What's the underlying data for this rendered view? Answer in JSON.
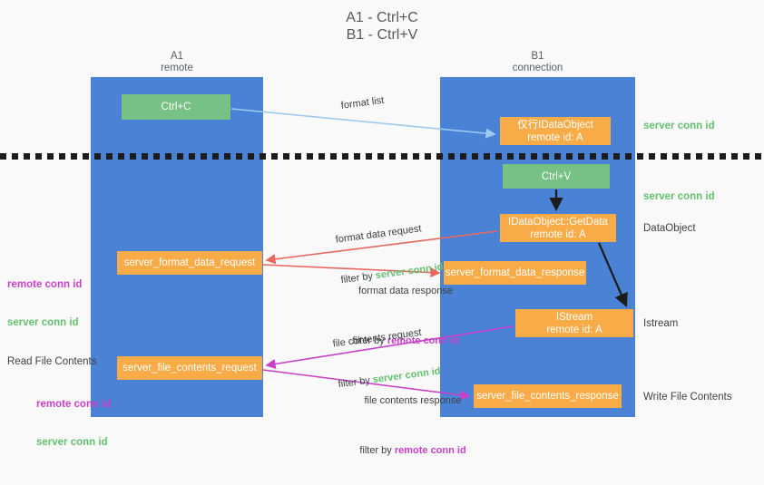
{
  "title": "A1 - Ctrl+C\nB1 - Ctrl+V",
  "columns": {
    "left": {
      "name": "A1",
      "role": "remote",
      "label": "A1\nremote"
    },
    "right": {
      "name": "B1",
      "role": "connection",
      "label": "B1\nconnection"
    }
  },
  "colors": {
    "lane": "#4a82d6",
    "green_node": "#76c183",
    "orange_node": "#f9ab48",
    "server_conn_id": "#63c16f",
    "remote_conn_id": "#c93fc9",
    "arrow_blue": "#9ec9ef",
    "arrow_red": "#e8685f",
    "arrow_magenta": "#c93fc9",
    "arrow_black": "#1c1c1c",
    "background": "#f9f9f9",
    "text_dark": "#3d4144"
  },
  "nodes": {
    "ctrl_c": {
      "label": "Ctrl+C",
      "style": "green"
    },
    "dataobject": {
      "label": "仅行IDataObject\nremote id: A",
      "style": "orange"
    },
    "ctrl_v": {
      "label": "Ctrl+V",
      "style": "green"
    },
    "getdata": {
      "label": "IDataObject::GetData\nremote id: A",
      "style": "orange"
    },
    "server_format_data_request": {
      "label": "server_format_data_request",
      "style": "orange"
    },
    "server_format_data_response": {
      "label": "server_format_data_response",
      "style": "orange"
    },
    "istream": {
      "label": "IStream\nremote id: A",
      "style": "orange"
    },
    "server_file_contents_request": {
      "label": "server_file_contents_request",
      "style": "orange"
    },
    "server_file_contents_response": {
      "label": "server_file_contents_response",
      "style": "orange"
    }
  },
  "edge_labels": {
    "format_list": "format list",
    "format_data_request": {
      "line1": "format data request",
      "filter_prefix": "filter by ",
      "filter_value": "server conn id"
    },
    "format_data_response": {
      "line1": "format data response",
      "filter_prefix": "filter by ",
      "filter_value": "remote conn id"
    },
    "file_contents_request": {
      "line1": "file contents request",
      "filter_prefix": "filter by ",
      "filter_value": "server conn id"
    },
    "file_contents_response": {
      "line1": "file contents response",
      "filter_prefix": "filter by ",
      "filter_value": "remote conn id"
    }
  },
  "side_labels": {
    "right_server_conn_id_top": "server conn id",
    "right_server_conn_id_mid": "server conn id",
    "right_dataobject": "DataObject",
    "right_istream": "Istream",
    "right_write_file_contents": "Write File Contents",
    "left_remote_conn_id_1": "remote conn id",
    "left_server_conn_id_1": "server conn id",
    "left_read_file_contents": "Read File Contents",
    "left_remote_conn_id_2": "remote conn id",
    "left_server_conn_id_2": "server conn id"
  }
}
